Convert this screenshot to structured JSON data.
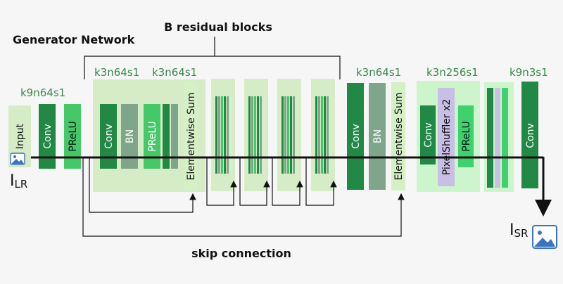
{
  "title": "Generator Network",
  "residual_label": "B residual blocks",
  "skip_label": "skip connection",
  "io": {
    "input_main": "I",
    "input_sub": "LR",
    "output_main": "I",
    "output_sub": "SR"
  },
  "kernel_labels": {
    "k1": "k9n64s1",
    "k2": "k3n64s1",
    "k3": "k3n64s1",
    "k4": "k3n64s1",
    "k5": "k3n256s1",
    "k6": "k9n3s1"
  },
  "blocks": {
    "input": "Input",
    "conv1": "Conv",
    "prelu1": "PReLU",
    "res_conv": "Conv",
    "res_bn": "BN",
    "res_prelu": "PReLU",
    "res_sum": "Elementwise Sum",
    "conv2": "Conv",
    "bn2": "BN",
    "sum2": "Elementwise Sum",
    "up_conv": "Conv",
    "pixelshuffler": "PixelShuffler x2",
    "up_prelu": "PReLU",
    "conv_final": "Conv"
  },
  "colors": {
    "dark_green": "#218845",
    "mid_green": "#5a9b70",
    "gray_green": "#7fa58a",
    "light_green": "#44c868",
    "bright_green": "#3fd16e",
    "block_bg": "#d6ecc6",
    "sum_bg": "#d6f0c6",
    "up_bg": "#ccf5cc",
    "kernel_text": "#3a8a4a",
    "lavender": "#c9bfe6",
    "line": "#111111"
  }
}
